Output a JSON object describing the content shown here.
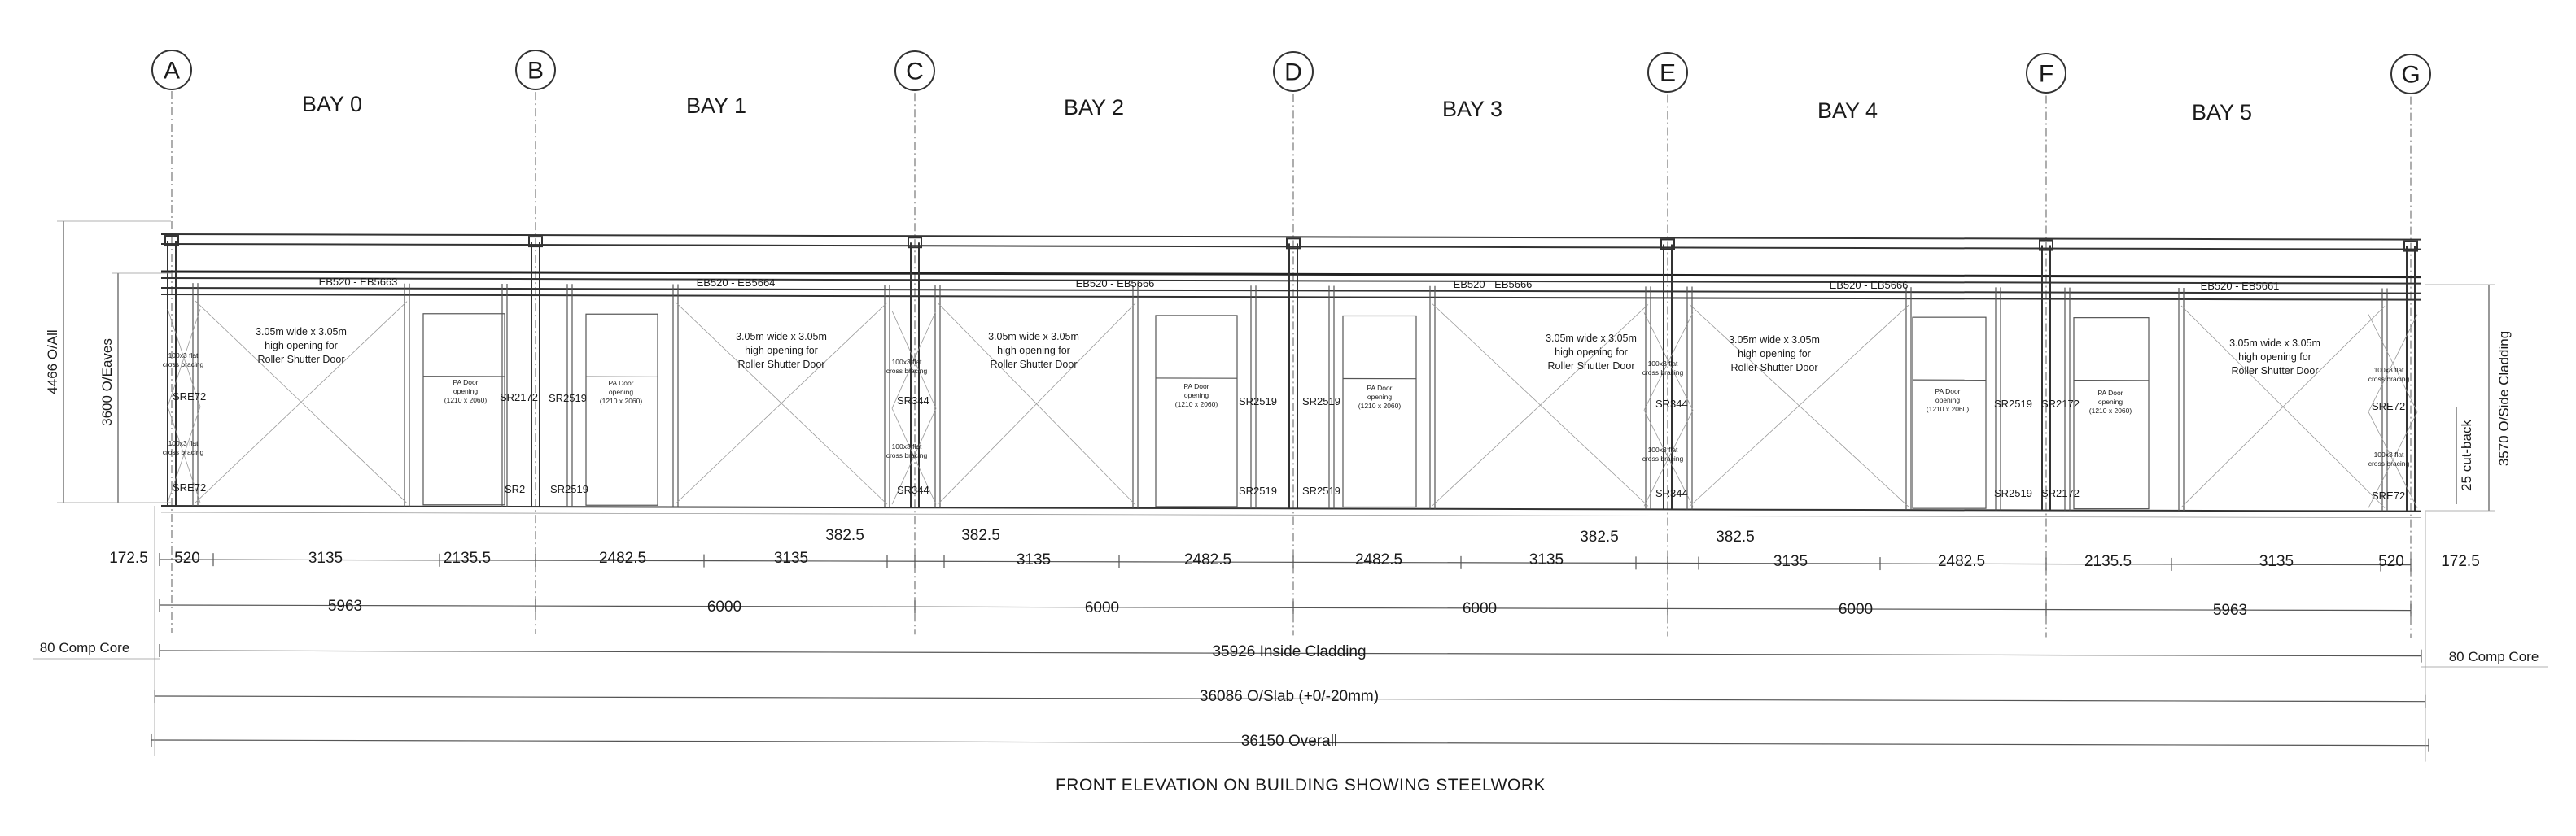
{
  "grid": [
    "A",
    "B",
    "C",
    "D",
    "E",
    "F",
    "G"
  ],
  "bays": [
    "BAY 0",
    "BAY 1",
    "BAY 2",
    "BAY 3",
    "BAY 4",
    "BAY 5"
  ],
  "left_dims": {
    "overall": "4466 O/All",
    "eaves": "3600 O/Eaves"
  },
  "right_dims": {
    "cladding": "3570 O/Side Cladding",
    "cutback": "25 cut-back"
  },
  "members": [
    "EB520 - EB5663",
    "EB520 - EB5664",
    "EB520 - EB5666",
    "EB520 - EB5666",
    "EB520 - EB5666",
    "EB520 - EB5661"
  ],
  "rs_note": [
    "3.05m wide x 3.05m",
    "high opening for",
    "Roller Shutter Door"
  ],
  "pa_note": [
    "PA Door",
    "opening",
    "(1210 x 2060)"
  ],
  "brace_note": [
    "100x3 flat",
    "cross bracing"
  ],
  "tags": {
    "sr2172": "SR2172",
    "sr2519": "SR2519",
    "sr2": "SR2",
    "sr344": "SR344",
    "sre72": "SRE72"
  },
  "row1": [
    "172.5",
    "520",
    "3135",
    "2135.5",
    "2482.5",
    "3135",
    "382.5",
    "382.5",
    "3135",
    "2482.5",
    "2482.5",
    "3135",
    "382.5",
    "382.5",
    "3135",
    "2482.5",
    "2135.5",
    "3135",
    "520",
    "172.5"
  ],
  "row2": [
    "5963",
    "6000",
    "6000",
    "6000",
    "6000",
    "5963"
  ],
  "inside": "35926 Inside Cladding",
  "comp_left": "80 Comp Core",
  "comp_right": "80 Comp Core",
  "slab": "36086 O/Slab (+0/-20mm)",
  "overall": "36150 Overall",
  "title": "FRONT ELEVATION ON BUILDING SHOWING STEELWORK"
}
